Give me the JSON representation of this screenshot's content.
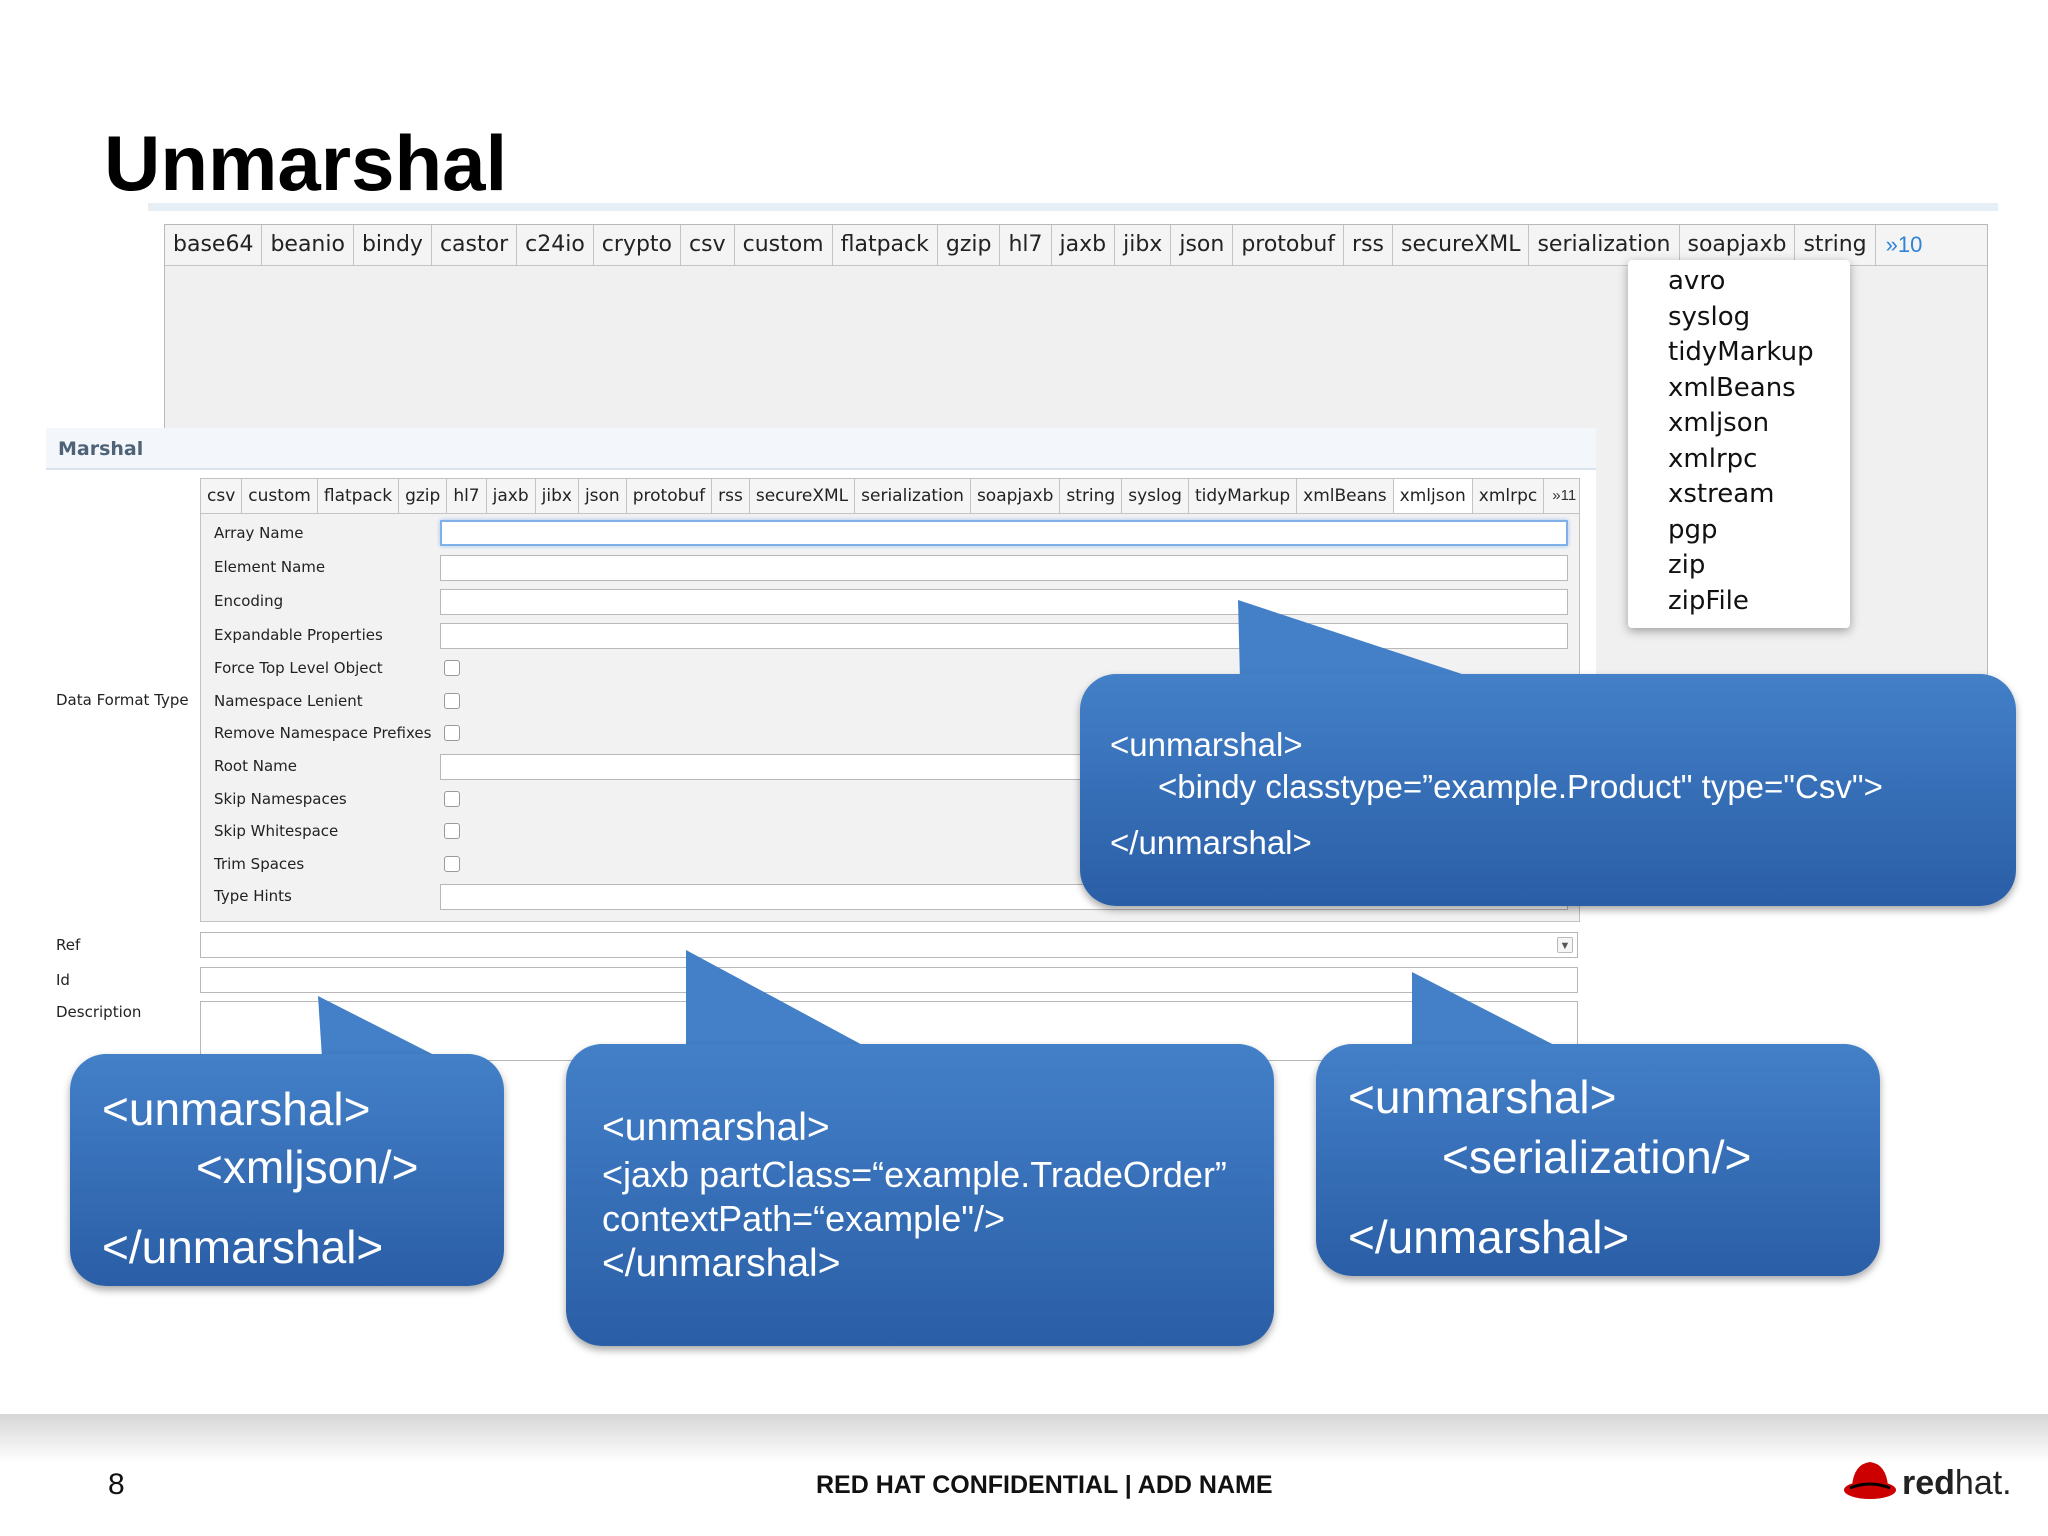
{
  "slide": {
    "title": "Unmarshal",
    "page_number": "8",
    "footer_text": "RED HAT CONFIDENTIAL | ADD NAME",
    "logo_bold": "red",
    "logo_light": "hat."
  },
  "top_tabs": {
    "items": [
      "base64",
      "beanio",
      "bindy",
      "castor",
      "c24io",
      "crypto",
      "csv",
      "custom",
      "flatpack",
      "gzip",
      "hl7",
      "jaxb",
      "jibx",
      "json",
      "protobuf",
      "rss",
      "secureXML",
      "serialization",
      "soapjaxb",
      "string"
    ],
    "more": "»10"
  },
  "overflow_menu": {
    "items": [
      "avro",
      "syslog",
      "tidyMarkup",
      "xmlBeans",
      "xmljson",
      "xmlrpc",
      "xstream",
      "pgp",
      "zip",
      "zipFile"
    ]
  },
  "marshal": {
    "header": "Marshal",
    "tabs": [
      "csv",
      "custom",
      "flatpack",
      "gzip",
      "hl7",
      "jaxb",
      "jibx",
      "json",
      "protobuf",
      "rss",
      "secureXML",
      "serialization",
      "soapjaxb",
      "string",
      "syslog",
      "tidyMarkup",
      "xmlBeans",
      "xmljson",
      "xmlrpc"
    ],
    "active_tab": "xmljson",
    "more": "»11",
    "data_format_label": "Data Format Type",
    "fields": {
      "array_name": "Array Name",
      "element_name": "Element Name",
      "encoding": "Encoding",
      "expandable_properties": "Expandable Properties",
      "force_top_level_object": "Force Top Level Object",
      "namespace_lenient": "Namespace Lenient",
      "remove_namespace_prefixes": "Remove Namespace Prefixes",
      "root_name": "Root Name",
      "skip_namespaces": "Skip Namespaces",
      "skip_whitespace": "Skip Whitespace",
      "trim_spaces": "Trim Spaces",
      "type_hints": "Type Hints"
    },
    "ref_label": "Ref",
    "id_label": "Id",
    "description_label": "Description"
  },
  "callouts": {
    "bindy": {
      "line1": "<unmarshal>",
      "line2": "<bindy classtype=”example.Product\" type=\"Csv\">",
      "line3": "</unmarshal>"
    },
    "xmljson": {
      "line1": "<unmarshal>",
      "line2": "<xmljson/>",
      "line3": "</unmarshal>"
    },
    "jaxb": {
      "line1": "<unmarshal>",
      "line2": "<jaxb partClass=“example.TradeOrder”",
      "line3": "contextPath=“example\"/>",
      "line4": "</unmarshal>"
    },
    "serialization": {
      "line1": "<unmarshal>",
      "line2": "<serialization/>",
      "line3": "</unmarshal>"
    }
  },
  "colors": {
    "bubble_top": "#4380c8",
    "bubble_bottom": "#2a5ea6",
    "tab_more": "#2e84d6",
    "redhat_red": "#cc0000"
  }
}
